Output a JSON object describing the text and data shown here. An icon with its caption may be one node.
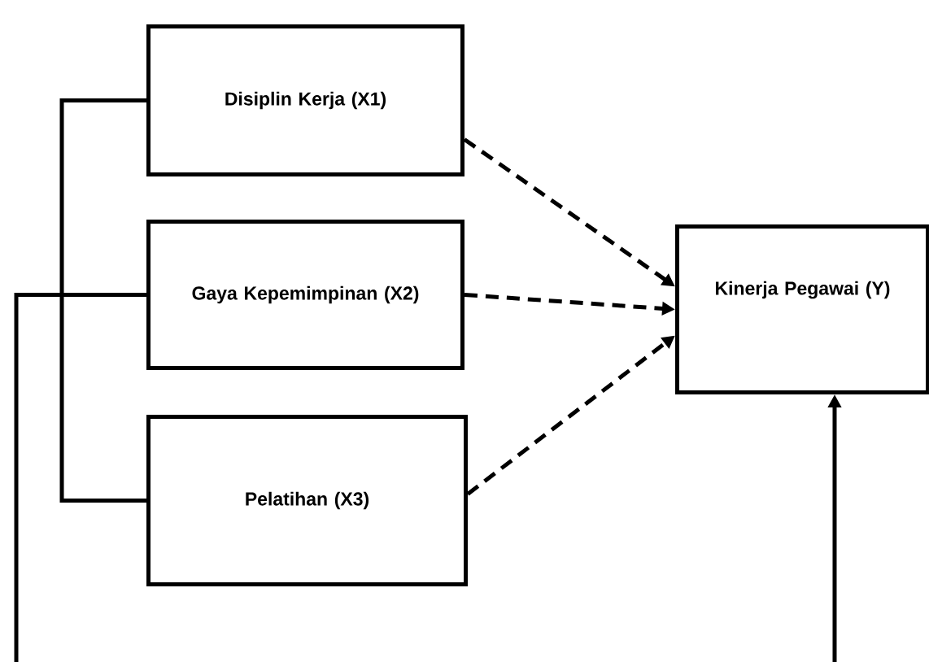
{
  "diagram": {
    "nodes": [
      {
        "text": [
          "Disiplin Kerja (X1)"
        ]
      },
      {
        "text": [
          "Gaya Kepemimpinan (X2)"
        ]
      },
      {
        "text": [
          "Pelatihan (X3)"
        ]
      },
      {
        "text": [
          "Kinerja Pegawai (Y)"
        ]
      }
    ],
    "edges": [
      {
        "from": 0,
        "to": 3,
        "arrow": "to",
        "style": "dashed"
      },
      {
        "from": 1,
        "to": 3,
        "arrow": "to",
        "style": "dashed"
      },
      {
        "from": 2,
        "to": 3,
        "arrow": "to",
        "style": "dashed"
      },
      {
        "from": 0,
        "to": 2,
        "arrow": "none"
      },
      {
        "from": 1,
        "to": 3,
        "arrow": "to"
      }
    ]
  }
}
